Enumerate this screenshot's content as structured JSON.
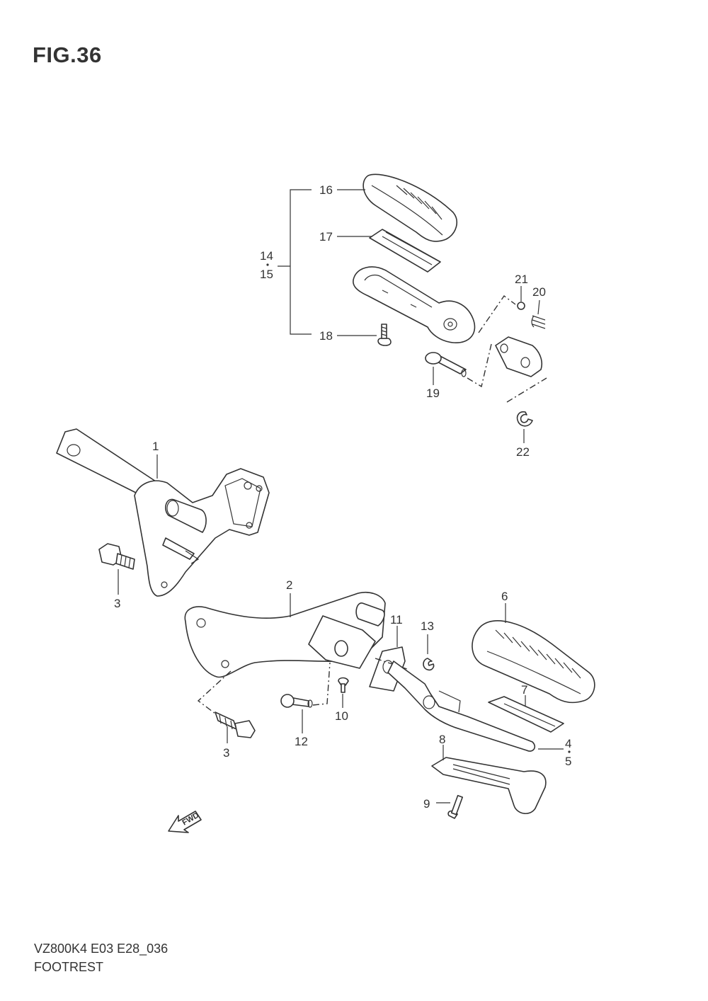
{
  "figure": {
    "title": "FIG.36",
    "model_code": "VZ800K4 E03 E28_036",
    "section_name": "FOOTREST",
    "fwd_label": "FWD"
  },
  "callouts": [
    "1",
    "2",
    "3",
    "3",
    "4",
    "5",
    "6",
    "7",
    "8",
    "9",
    "10",
    "11",
    "12",
    "13",
    "14",
    "15",
    "16",
    "17",
    "18",
    "19",
    "20",
    "21",
    "22"
  ]
}
